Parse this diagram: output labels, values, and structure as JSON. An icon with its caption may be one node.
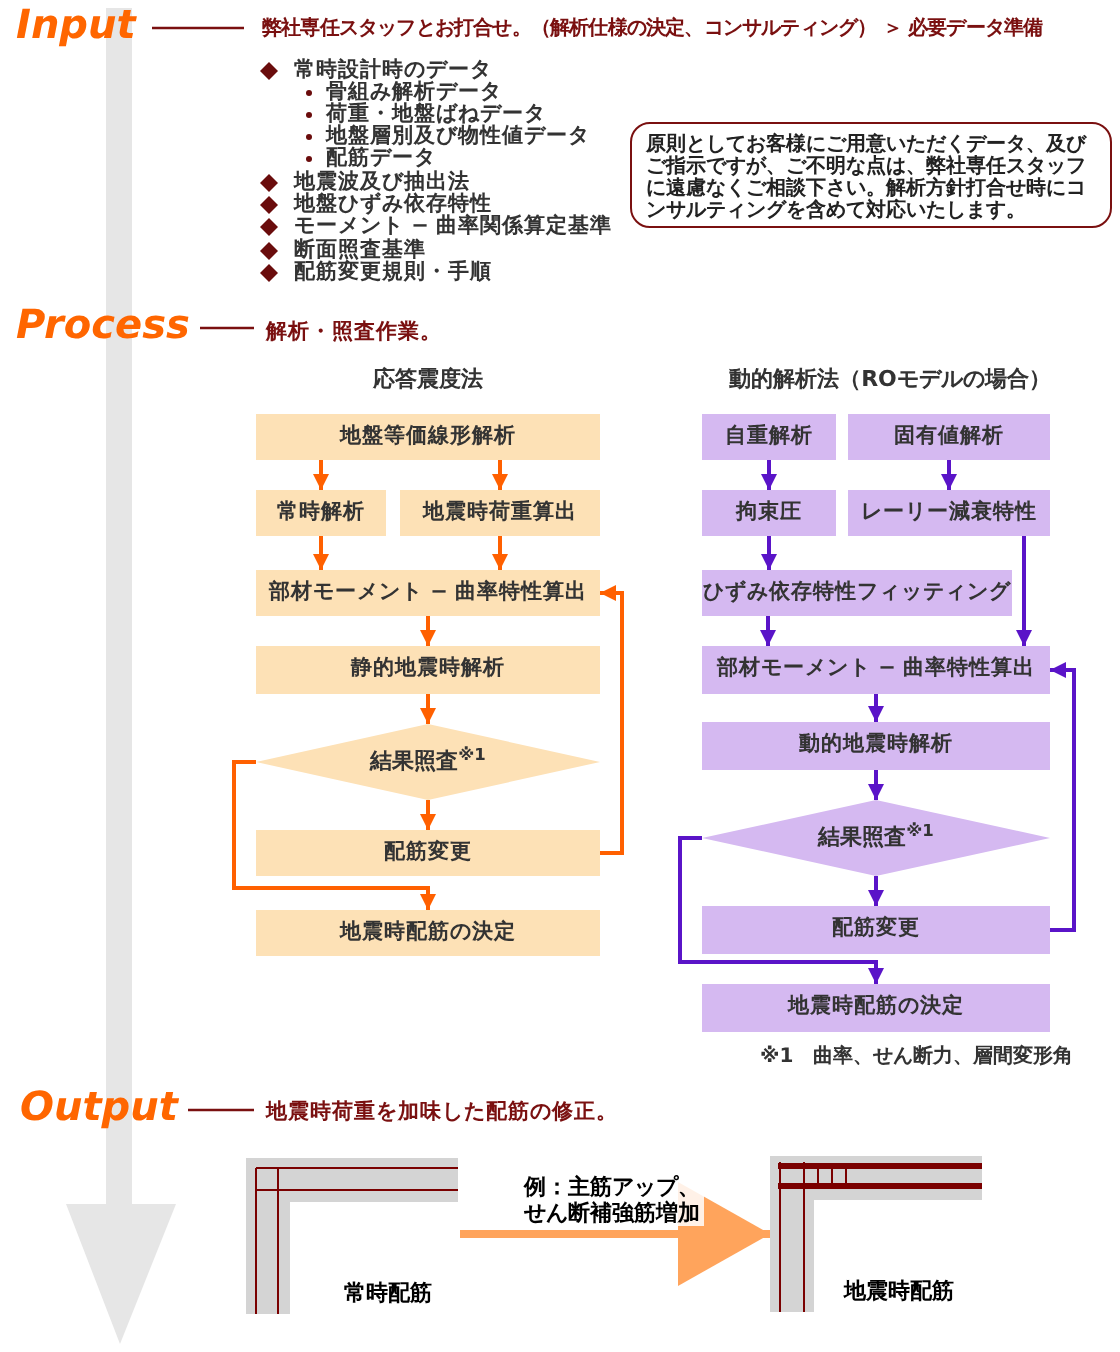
{
  "diagram": {
    "nodes": [
      {
        "text": [
          "原則としてお客様にご用意いただくデータ、及びご指示ですが、ご不明な点は、弊社専任スタッフに遠慮なくご相談下さい。解析方針打合せ時にコンサルティングを含めて対応いたします。"
        ]
      },
      {
        "text": [
          "地盤等価線形解析"
        ]
      },
      {
        "text": [
          "常時解析"
        ]
      },
      {
        "text": [
          "地震時荷重算出"
        ]
      },
      {
        "text": [
          "部材モーメント − 曲率特性算出"
        ]
      },
      {
        "text": [
          "静的地震時解析"
        ]
      },
      {
        "text": [
          "結果照査$^{※1}$"
        ]
      },
      {
        "text": [
          "配筋変更"
        ]
      },
      {
        "text": [
          "地震時配筋の決定"
        ]
      },
      {
        "text": [
          "自重解析"
        ]
      },
      {
        "text": [
          "固有値解析"
        ]
      },
      {
        "text": [
          "拘束圧"
        ]
      },
      {
        "text": [
          "レーリー減衰特性"
        ]
      },
      {
        "text": [
          "ひずみ依存特性フィッティング"
        ]
      },
      {
        "text": [
          "部材モーメント − 曲率特性算出"
        ]
      },
      {
        "text": [
          "動的地震時解析"
        ]
      },
      {
        "text": [
          "結果照査$^{※1}$"
        ]
      },
      {
        "text": [
          "配筋変更"
        ]
      },
      {
        "text": [
          "地震時配筋の決定"
        ]
      },
      {
        "text": [],
        "shape": "picture",
        "beside": [
          "常時配筋"
        ]
      },
      {
        "text": [],
        "shape": "picture",
        "beside": [
          "地震時配筋"
        ]
      }
    ],
    "edges": [
      {
        "from": 1,
        "to": 2,
        "arrow": "to",
        "color": "#ff6000"
      },
      {
        "from": 1,
        "to": 3,
        "arrow": "to",
        "color": "#ff6000"
      },
      {
        "from": 2,
        "to": 4,
        "arrow": "to",
        "color": "#ff6000"
      },
      {
        "from": 3,
        "to": 4,
        "arrow": "to",
        "color": "#ff6000"
      },
      {
        "from": 4,
        "to": 5,
        "arrow": "to",
        "color": "#ff6000"
      },
      {
        "from": 5,
        "to": 6,
        "arrow": "to",
        "color": "#ff6000"
      },
      {
        "from": 6,
        "to": 7,
        "arrow": "to",
        "color": "#ff6000"
      },
      {
        "from": 7,
        "to": 4,
        "arrow": "to",
        "color": "#ff6000"
      },
      {
        "from": 6,
        "to": 8,
        "arrow": "to",
        "color": "#ff6000"
      },
      {
        "from": 9,
        "to": 11,
        "arrow": "to"
      },
      {
        "from": 10,
        "to": 12,
        "arrow": "to"
      },
      {
        "from": 11,
        "to": 13,
        "arrow": "to"
      },
      {
        "from": 12,
        "to": 14,
        "arrow": "to"
      },
      {
        "from": 13,
        "to": 14,
        "arrow": "to"
      },
      {
        "from": 14,
        "to": 15,
        "arrow": "to"
      },
      {
        "from": 15,
        "to": 16,
        "arrow": "to"
      },
      {
        "from": 16,
        "to": 17,
        "arrow": "to"
      },
      {
        "from": 17,
        "to": 14,
        "arrow": "to"
      },
      {
        "from": 16,
        "to": 18,
        "arrow": "to"
      },
      {
        "from": 19,
        "to": 20,
        "arrow": "to",
        "style": "thick",
        "color": "#ffa45c",
        "label": "例：主筋アップ、せん断補強筋増加"
      }
    ],
    "labels": [
      "Input",
      "弊社専任スタッフとお打合せ。（解析仕様の決定、コンサルティング） ＞ 必要データ準備",
      "常時設計時のデータ",
      "骨組み解析データ",
      "荷重・地盤ばねデータ",
      "地盤層別及び物性値データ",
      "配筋データ",
      "地震波及び抽出法",
      "地盤ひずみ依存特性",
      "モーメント − 曲率関係算定基準",
      "断面照査基準",
      "配筋変更規則・手順",
      "Process",
      "解析・照査作業。",
      "応答震度法",
      "動的解析法（ROモデルの場合）",
      "※1　曲率、せん断力、層間変形角",
      "Output",
      "地震時荷重を加味した配筋の修正。"
    ]
  }
}
